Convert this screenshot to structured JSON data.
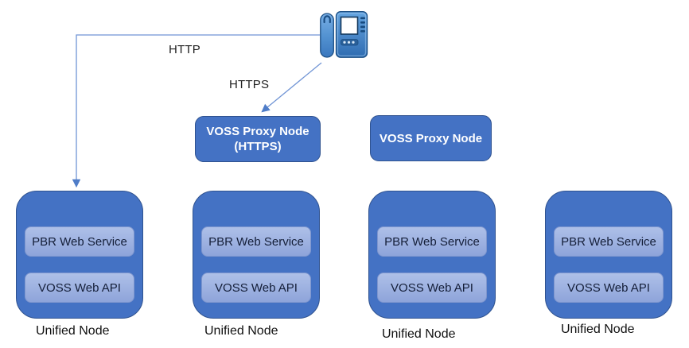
{
  "diagram": {
    "connection_labels": {
      "http": "HTTP",
      "https": "HTTPS"
    },
    "proxy_nodes": [
      {
        "line1": "VOSS Proxy Node",
        "line2": "(HTTPS)"
      },
      {
        "line1": "VOSS Proxy Node",
        "line2": ""
      }
    ],
    "unified_nodes": [
      {
        "label": "Unified Node",
        "services": [
          "PBR Web Service",
          "VOSS Web API"
        ]
      },
      {
        "label": "Unified Node",
        "services": [
          "PBR Web Service",
          "VOSS Web API"
        ]
      },
      {
        "label": "Unified Node",
        "services": [
          "PBR Web Service",
          "VOSS Web API"
        ]
      },
      {
        "label": "Unified Node",
        "services": [
          "PBR Web Service",
          "VOSS Web API"
        ]
      }
    ],
    "icons": {
      "phone": "ip-phone-icon"
    },
    "colors": {
      "node_fill": "#4472C4",
      "node_border": "#2F528F",
      "service_fill_top": "#AEC0E8",
      "service_fill_bottom": "#8EA4DA",
      "service_border": "#7E96CE",
      "service_text": "#141E38",
      "proxy_text": "#FFFFFF",
      "connector_line": "#7195D5",
      "connector_arrow": "#4F7DC8",
      "label_text": "#1F1F1F"
    }
  }
}
